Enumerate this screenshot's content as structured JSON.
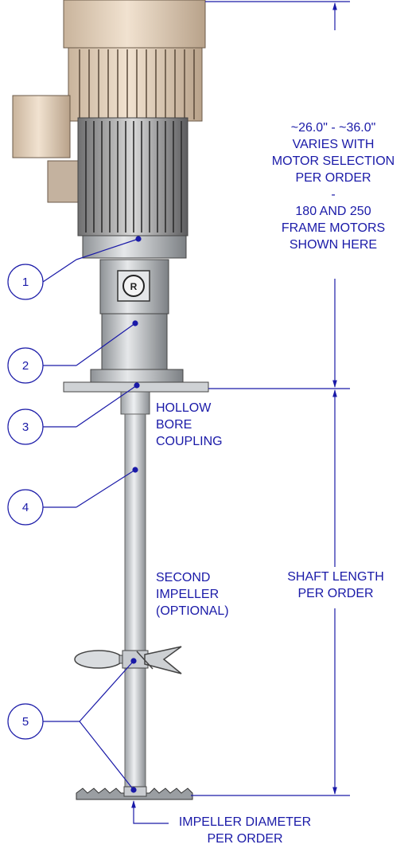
{
  "dimensions": {
    "motor_height": {
      "lines": [
        "~26.0\"  -  ~36.0\"",
        "VARIES WITH",
        "MOTOR SELECTION",
        "PER ORDER",
        "-",
        "180 AND 250",
        "FRAME MOTORS",
        "SHOWN HERE"
      ]
    },
    "shaft_length": {
      "lines": [
        "SHAFT LENGTH",
        "PER ORDER"
      ]
    },
    "impeller_diameter": {
      "lines": [
        "IMPELLER DIAMETER",
        "PER ORDER"
      ]
    }
  },
  "notes": {
    "coupling": {
      "lines": [
        "HOLLOW",
        "BORE",
        "COUPLING"
      ]
    },
    "second_impeller": {
      "lines": [
        "SECOND",
        "IMPELLER",
        "(OPTIONAL)"
      ]
    }
  },
  "balloons": [
    "1",
    "2",
    "3",
    "4",
    "5"
  ],
  "colors": {
    "annotation": "#1a1aa8",
    "motor_beige": "#e8d6c2",
    "steel": "#c9ccd0"
  }
}
